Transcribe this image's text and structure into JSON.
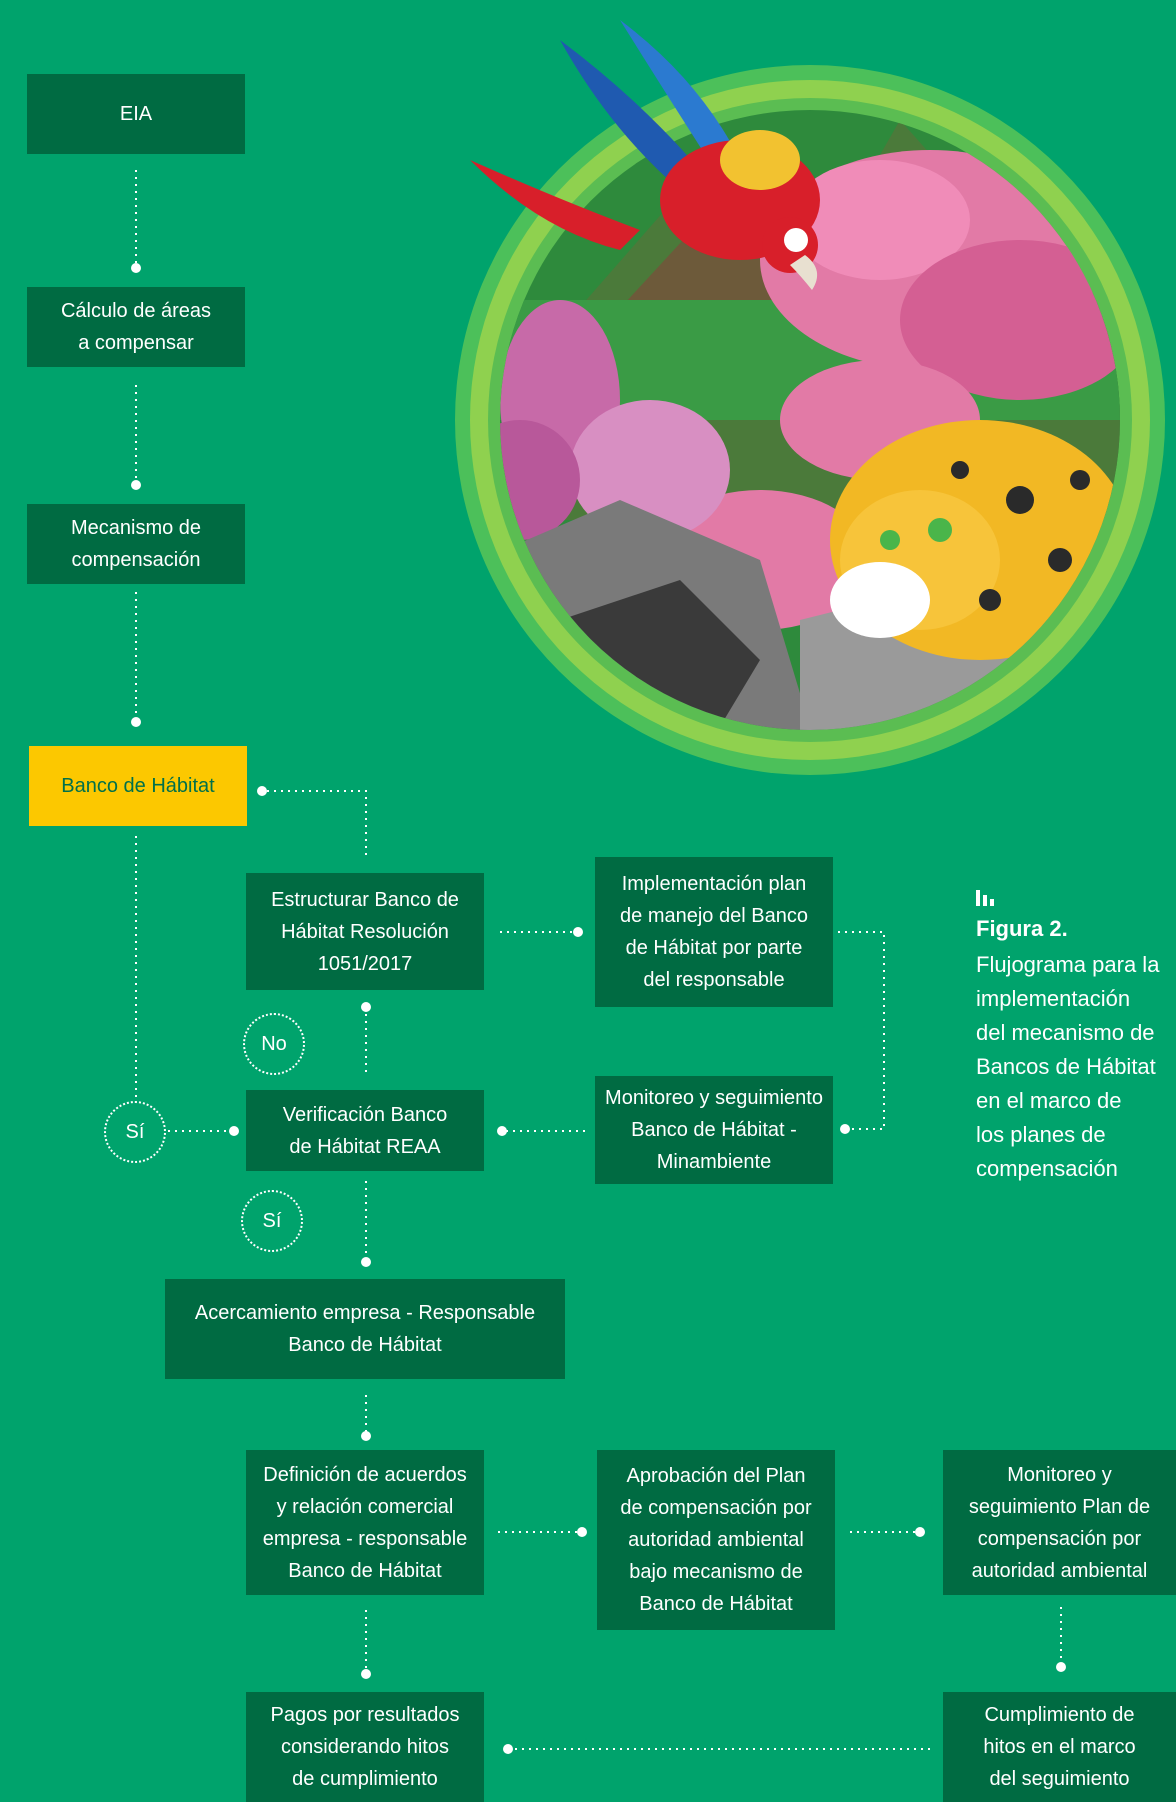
{
  "flow": {
    "eia": "EIA",
    "calculo": "Cálculo de áreas\na compensar",
    "mecanismo": "Mecanismo de\ncompensación",
    "banco": "Banco de Hábitat",
    "estructurar": "Estructurar Banco de\nHábitat Resolución\n1051/2017",
    "implementacion": "Implementación plan\nde manejo del Banco\nde Hábitat por parte\ndel responsable",
    "verificacion": "Verificación Banco\nde Hábitat REAA",
    "monitoreo_banco": "Monitoreo y seguimiento\nBanco de Hábitat -\nMinambiente",
    "acercamiento": "Acercamiento empresa - Responsable\nBanco de Hábitat",
    "definicion": "Definición de acuerdos\ny relación comercial\nempresa - responsable\nBanco de Hábitat",
    "aprobacion": "Aprobación del Plan\nde compensación por\nautoridad ambiental\nbajo mecanismo de\nBanco de Hábitat",
    "monitoreo_plan": "Monitoreo y\nseguimiento Plan de\ncompensación por\nautoridad ambiental",
    "pagos": "Pagos por resultados\nconsiderando hitos\nde cumplimiento",
    "cumplimiento": "Cumplimiento de\nhitos en el marco\ndel seguimiento"
  },
  "decisions": {
    "no": "No",
    "si_left": "Sí",
    "si_below": "Sí"
  },
  "caption": {
    "icon": "bar-chart-icon",
    "title": "Figura 2.",
    "text": "Flujograma para la\nimplementación\ndel mecanismo de\nBancos de Hábitat\nen el marco de\nlos planes de\ncompensación"
  },
  "colors": {
    "background": "#00a36c",
    "box": "#006b42",
    "highlight": "#fcc800",
    "connector": "#ffffff"
  }
}
